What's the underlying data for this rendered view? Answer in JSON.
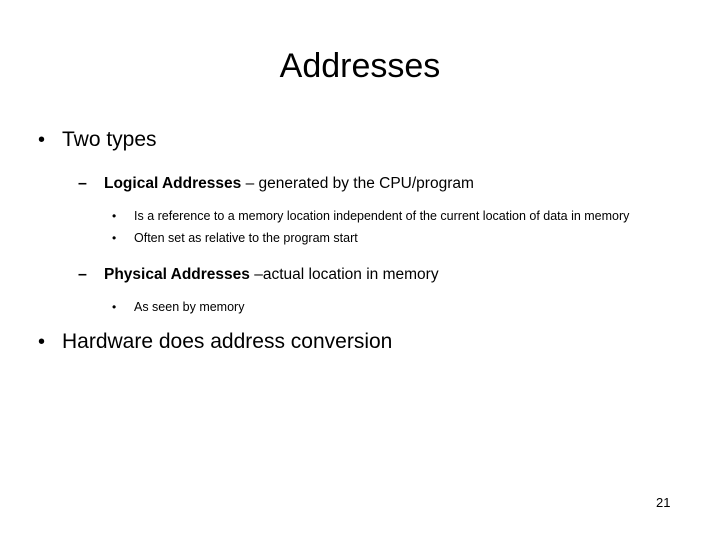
{
  "slide": {
    "title": "Addresses",
    "page_number": "21",
    "background_color": "#ffffff",
    "text_color": "#000000",
    "bullets": [
      {
        "level": 1,
        "marker": "•",
        "text": "Two types"
      },
      {
        "level": 2,
        "marker": "–",
        "lead": "Logical Addresses",
        "text": " – generated by the CPU/program"
      },
      {
        "level": 3,
        "marker": "•",
        "text": "Is a reference to a memory location independent of the current location of data in memory"
      },
      {
        "level": 3,
        "marker": "•",
        "text": "Often set as relative to the program start"
      },
      {
        "level": 2,
        "marker": "–",
        "lead": "Physical Addresses",
        "text": " –actual location in memory"
      },
      {
        "level": 3,
        "marker": "•",
        "text": "As seen by memory"
      },
      {
        "level": 1,
        "marker": "•",
        "text": "Hardware does address conversion"
      }
    ]
  }
}
